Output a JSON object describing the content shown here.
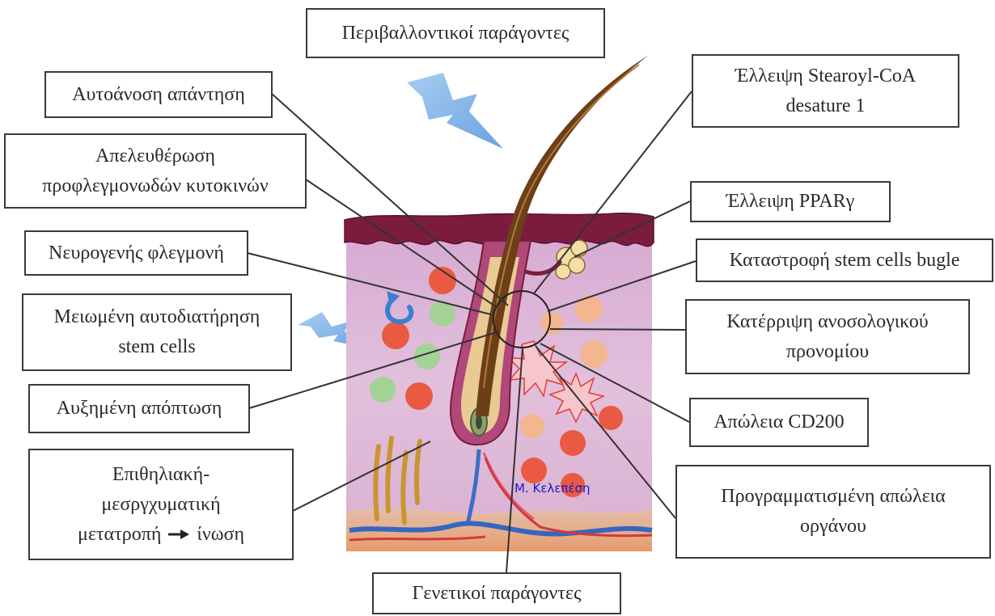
{
  "labels": {
    "environmental_factors": "Περιβαλλοντικοί παράγοντες",
    "autoimmune_response": "Αυτοάνοση απάντηση",
    "cytokine_release": [
      "Απελευθέρωση",
      "προφλεγμονωδών κυτοκινών"
    ],
    "neurogenic_inflammation": "Νευρογενής φλεγμονή",
    "reduced_self_renewal": [
      "Μειωμένη αυτοδιατήρηση",
      "stem cells"
    ],
    "increased_apoptosis": "Αυξημένη απόπτωση",
    "emt_fibrosis": {
      "line1": "Επιθηλιακή-",
      "line2": "μεσργχυματική",
      "line3_before": "μετατροπή",
      "line3_after": "ίνωση"
    },
    "genetic_factors": "Γενετικοί παράγοντες",
    "scd1_deficiency": [
      "Έλλειψη Stearoyl-CoA",
      "desature 1"
    ],
    "pparg_deficiency": "Έλλειψη PPARγ",
    "bulge_destruction": "Καταστροφή stem cells bugle",
    "immune_privilege_collapse": [
      "Κατέρριψη ανοσολογικού",
      "προνομίου"
    ],
    "cd200_loss": "Απώλεια CD200",
    "programmed_organ_loss": [
      "Προγραμματισμένη απώλεια",
      "οργάνου"
    ]
  },
  "credit": "Μ. Κελεπέση",
  "icons": {
    "environment": "lightning-bolt-icon",
    "emt_arrow": "arrow-right-icon",
    "cycle": "swirl-arrow-icon"
  },
  "colors": {
    "box_border": "#3a3a3a",
    "epidermis": "#7b1c3f",
    "dermis": "#dcb6d8",
    "hair_shaft": "#6d3f18",
    "lightning": "#7fb2e8",
    "credit_text": "#1a1acc"
  }
}
